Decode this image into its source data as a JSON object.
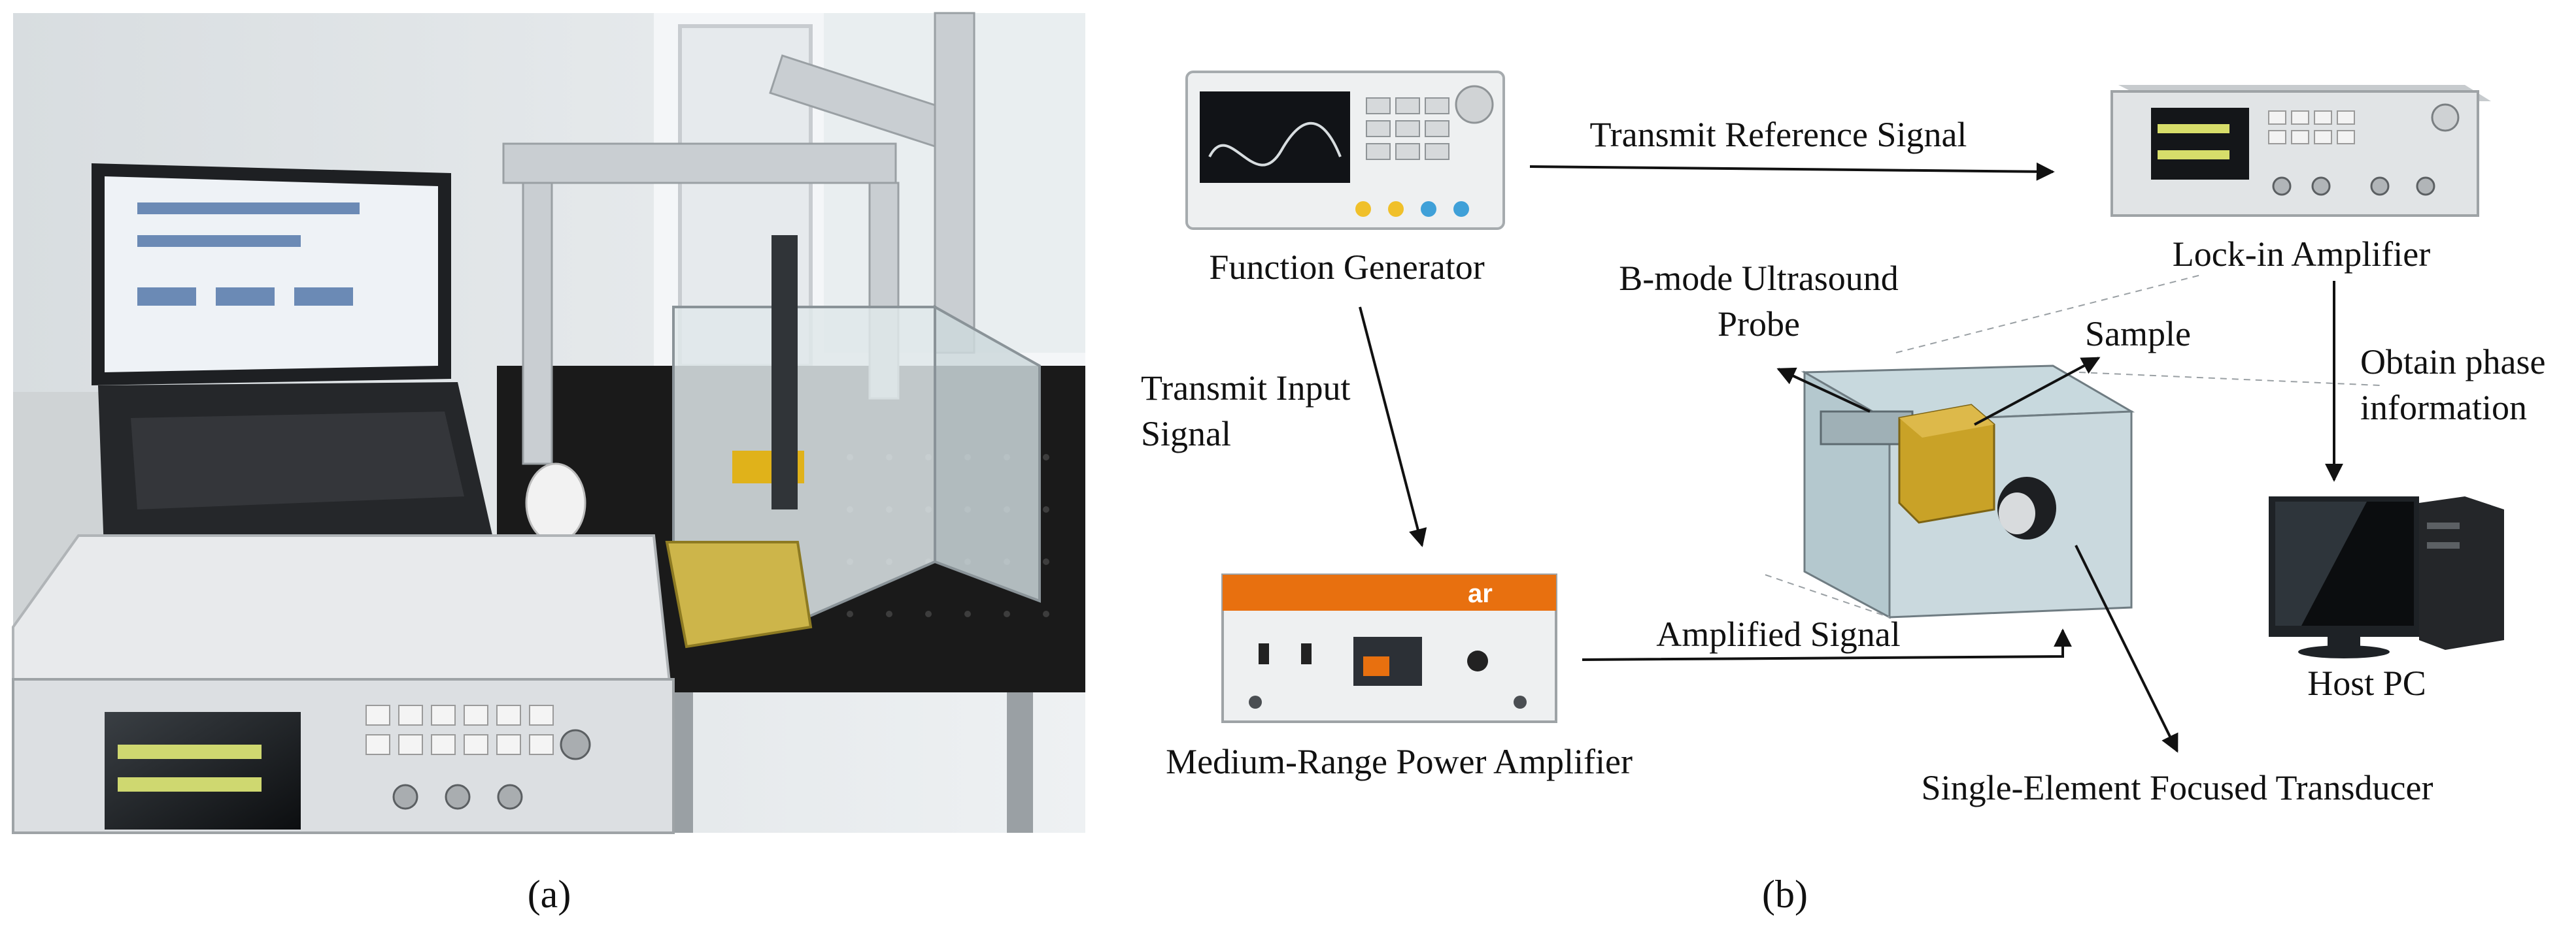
{
  "panel_a": {
    "caption": "(a)"
  },
  "panel_b": {
    "caption": "(b)",
    "devices": {
      "function_generator": "Function Generator",
      "lock_in_amplifier": "Lock-in Amplifier",
      "power_amplifier": "Medium-Range Power Amplifier",
      "host_pc": "Host PC",
      "ultrasound_probe_line1": "B-mode Ultrasound",
      "ultrasound_probe_line2": "Probe",
      "sample": "Sample",
      "transducer": "Single-Element Focused Transducer"
    },
    "signals": {
      "reference": "Transmit Reference Signal",
      "input_line1": "Transmit Input",
      "input_line2": "Signal",
      "amplified": "Amplified Signal",
      "phase_line1": "Obtain phase",
      "phase_line2": "information"
    },
    "equipment_brands": {
      "amplifier_logo": "ar"
    }
  },
  "colors": {
    "amp_orange": "#e8700f",
    "tank_blue": "#b8cfd6",
    "sample_yellow": "#c9a227",
    "bench_black": "#1a1a1a"
  }
}
